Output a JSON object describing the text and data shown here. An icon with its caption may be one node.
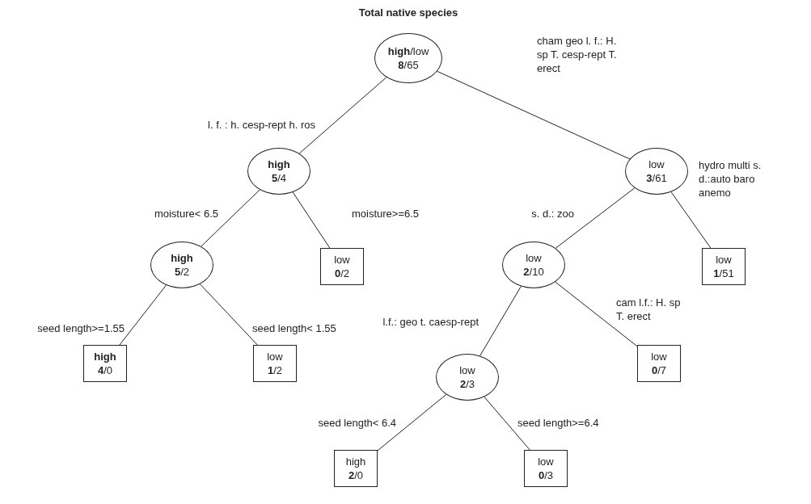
{
  "diagram": {
    "title": "Total native species",
    "nodes": [
      {
        "text": [
          "**high**/low",
          "**8**/65"
        ]
      },
      {
        "text": [
          "**high**",
          "**5**/4"
        ]
      },
      {
        "text": [
          "low",
          "**3**/61"
        ]
      },
      {
        "text": [
          "**high**",
          "**5**/2"
        ]
      },
      {
        "text": [
          "low",
          "**0**/2"
        ]
      },
      {
        "text": [
          "low",
          "**2**/10"
        ]
      },
      {
        "text": [
          "low",
          "**1**/51"
        ]
      },
      {
        "text": [
          "**high**",
          "**4**/0"
        ]
      },
      {
        "text": [
          "low",
          "**1**/2"
        ]
      },
      {
        "text": [
          "low",
          "**2**/3"
        ]
      },
      {
        "text": [
          "low",
          "**0**/7"
        ]
      },
      {
        "text": [
          "high",
          "**2**/0"
        ]
      },
      {
        "text": [
          "low",
          "**0**/3"
        ]
      }
    ],
    "edges": [
      {
        "from": 0,
        "to": 1,
        "arrow": "none",
        "label": "l. f. : h. cesp-rept h. ros"
      },
      {
        "from": 0,
        "to": 2,
        "arrow": "none",
        "label": "cham geo l. f.: H. sp T. cesp-rept T. erect"
      },
      {
        "from": 1,
        "to": 3,
        "arrow": "none",
        "label": "moisture< 6.5"
      },
      {
        "from": 1,
        "to": 4,
        "arrow": "none",
        "label": "moisture>=6.5"
      },
      {
        "from": 2,
        "to": 5,
        "arrow": "none",
        "label": "s. d.: zoo"
      },
      {
        "from": 2,
        "to": 6,
        "arrow": "none",
        "label": "hydro multi s. d.:auto baro anemo"
      },
      {
        "from": 3,
        "to": 7,
        "arrow": "none",
        "label": "seed length>=1.55"
      },
      {
        "from": 3,
        "to": 8,
        "arrow": "none",
        "label": "seed length< 1.55"
      },
      {
        "from": 5,
        "to": 9,
        "arrow": "none",
        "label": "l.f.: geo t. caesp-rept"
      },
      {
        "from": 5,
        "to": 10,
        "arrow": "none",
        "label": "cam l.f.: H. sp T. erect"
      },
      {
        "from": 9,
        "to": 11,
        "arrow": "none",
        "label": "seed length< 6.4"
      },
      {
        "from": 9,
        "to": 12,
        "arrow": "none",
        "label": "seed length>=6.4"
      }
    ]
  }
}
